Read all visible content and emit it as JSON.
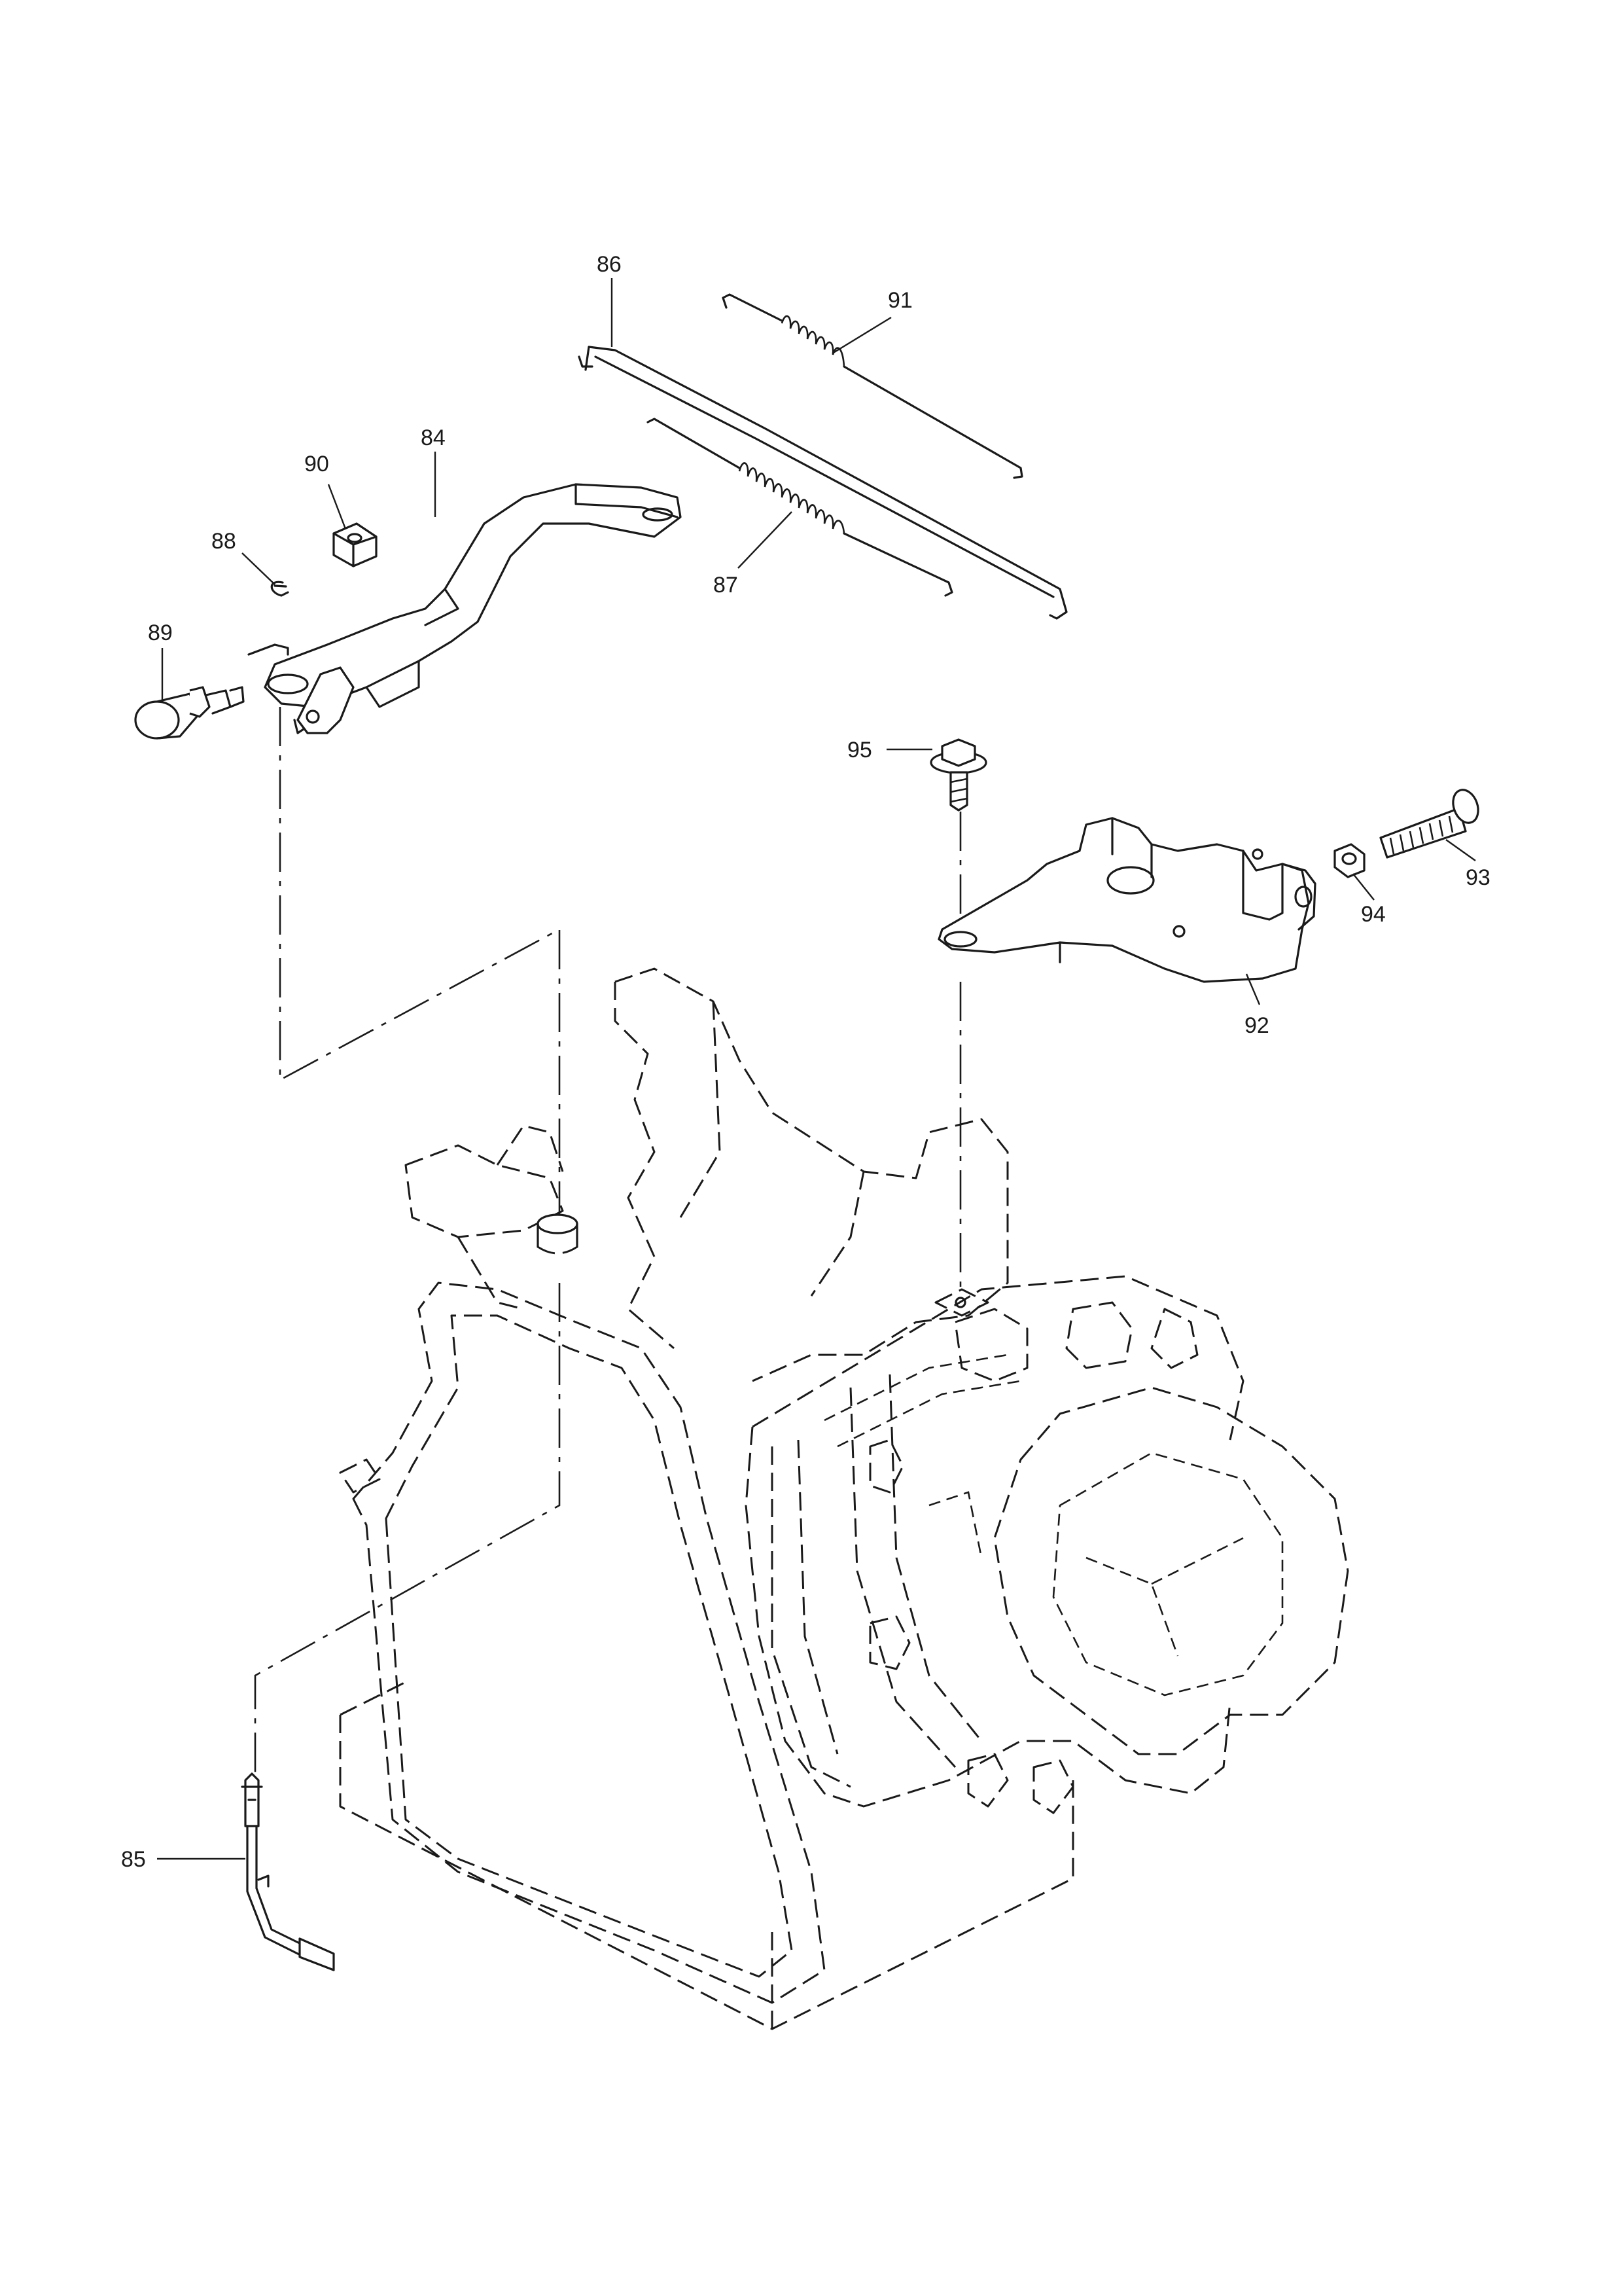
{
  "callouts": {
    "p84": "84",
    "p85": "85",
    "p86": "86",
    "p87": "87",
    "p88": "88",
    "p89": "89",
    "p90": "90",
    "p91": "91",
    "p92": "92",
    "p93": "93",
    "p94": "94",
    "p95": "95"
  }
}
